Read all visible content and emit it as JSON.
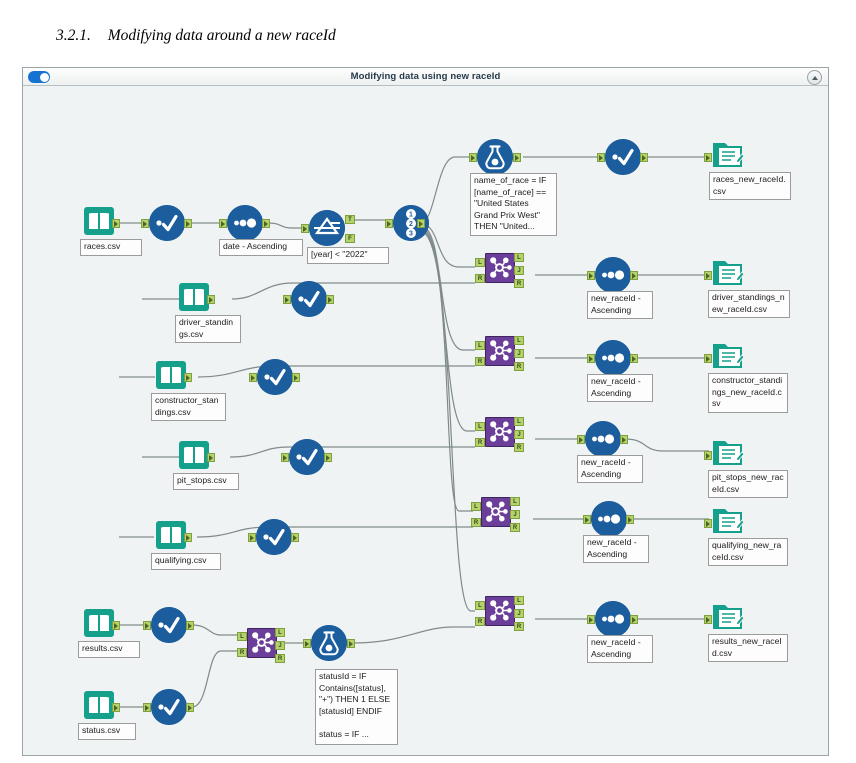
{
  "document": {
    "section_number": "3.2.1.",
    "section_title": "Modifying data around a new raceId"
  },
  "window": {
    "title": "Modifying data using new raceId",
    "toggle_icon": "toggle-on-icon",
    "collapse_icon": "chevron-up-icon"
  },
  "workflow": {
    "inputs": [
      {
        "id": "in-races",
        "label": "races.csv",
        "icon": "input-data-icon"
      },
      {
        "id": "in-driver-standings",
        "label": "driver_standings.csv",
        "icon": "input-data-icon"
      },
      {
        "id": "in-constructor-standings",
        "label": "constructor_standings.csv",
        "icon": "input-data-icon"
      },
      {
        "id": "in-pit-stops",
        "label": "pit_stops.csv",
        "icon": "input-data-icon"
      },
      {
        "id": "in-qualifying",
        "label": "qualifying.csv",
        "icon": "input-data-icon"
      },
      {
        "id": "in-results",
        "label": "results.csv",
        "icon": "input-data-icon"
      },
      {
        "id": "in-status",
        "label": "status.csv",
        "icon": "input-data-icon"
      }
    ],
    "select_tools": [
      {
        "id": "sel-races",
        "icon": "select-tool-icon"
      },
      {
        "id": "sel-driver-standings",
        "icon": "select-tool-icon"
      },
      {
        "id": "sel-constructor-standings",
        "icon": "select-tool-icon"
      },
      {
        "id": "sel-pit-stops",
        "icon": "select-tool-icon"
      },
      {
        "id": "sel-qualifying",
        "icon": "select-tool-icon"
      },
      {
        "id": "sel-results",
        "icon": "select-tool-icon"
      },
      {
        "id": "sel-status",
        "icon": "select-tool-icon"
      },
      {
        "id": "sel-formula-races",
        "icon": "select-tool-icon"
      }
    ],
    "sort_tools": [
      {
        "id": "sort-races",
        "label": "date - Ascending",
        "icon": "sort-tool-icon"
      },
      {
        "id": "sort-driver-standings",
        "label": "new_raceId - Ascending",
        "icon": "sort-tool-icon"
      },
      {
        "id": "sort-constructor-standings",
        "label": "new_raceId - Ascending",
        "icon": "sort-tool-icon"
      },
      {
        "id": "sort-pit-stops",
        "label": "new_raceId - Ascending",
        "icon": "sort-tool-icon"
      },
      {
        "id": "sort-qualifying",
        "label": "new_raceId - Ascending",
        "icon": "sort-tool-icon"
      },
      {
        "id": "sort-results",
        "label": "new_raceId - Ascending",
        "icon": "sort-tool-icon"
      }
    ],
    "filter_tool": {
      "id": "filter-year",
      "label": "[year] < \"2022\"",
      "icon": "filter-tool-icon",
      "ports": {
        "true": "T",
        "false": "F"
      }
    },
    "record_id_tool": {
      "id": "record-id",
      "icon": "record-id-icon",
      "glyphs": [
        "1",
        "2",
        "3"
      ]
    },
    "formula_tools": [
      {
        "id": "formula-name-of-race",
        "icon": "formula-tool-icon",
        "label": "name_of_race = IF [name_of_race] == \"United States Grand Prix West\" THEN \"United..."
      },
      {
        "id": "formula-status",
        "icon": "formula-tool-icon",
        "label": "statusId = IF Contains([status], \"+\") THEN 1 ELSE [statusId] ENDIF\n\nstatus = IF ..."
      }
    ],
    "join_tools": [
      {
        "id": "join-driver-standings",
        "icon": "join-tool-icon",
        "ports": {
          "left": "L",
          "join": "J",
          "right": "R"
        }
      },
      {
        "id": "join-constructor-standings",
        "icon": "join-tool-icon",
        "ports": {
          "left": "L",
          "join": "J",
          "right": "R"
        }
      },
      {
        "id": "join-pit-stops",
        "icon": "join-tool-icon",
        "ports": {
          "left": "L",
          "join": "J",
          "right": "R"
        }
      },
      {
        "id": "join-qualifying",
        "icon": "join-tool-icon",
        "ports": {
          "left": "L",
          "join": "J",
          "right": "R"
        }
      },
      {
        "id": "join-results-new-raceid",
        "icon": "join-tool-icon",
        "ports": {
          "left": "L",
          "join": "J",
          "right": "R"
        }
      },
      {
        "id": "join-results-status",
        "icon": "join-tool-icon",
        "ports": {
          "left": "L",
          "join": "J",
          "right": "R"
        }
      }
    ],
    "outputs": [
      {
        "id": "out-races",
        "label": "races_new_raceId.csv",
        "icon": "output-data-icon"
      },
      {
        "id": "out-driver-standings",
        "label": "driver_standings_new_raceId.csv",
        "icon": "output-data-icon"
      },
      {
        "id": "out-constructor-standings",
        "label": "constructor_standings_new_raceId.csv",
        "icon": "output-data-icon"
      },
      {
        "id": "out-pit-stops",
        "label": "pit_stops_new_raceId.csv",
        "icon": "output-data-icon"
      },
      {
        "id": "out-qualifying",
        "label": "qualifying_new_raceId.csv",
        "icon": "output-data-icon"
      },
      {
        "id": "out-results",
        "label": "results_new_raceId.csv",
        "icon": "output-data-icon"
      }
    ]
  },
  "colors": {
    "input_output_teal": "#14a08a",
    "tool_blue": "#1c5d9e",
    "join_purple": "#6b3f99",
    "port_green": "#b5d36a",
    "canvas_bg": "#eff3f3",
    "wire_gray": "#808a8c"
  }
}
